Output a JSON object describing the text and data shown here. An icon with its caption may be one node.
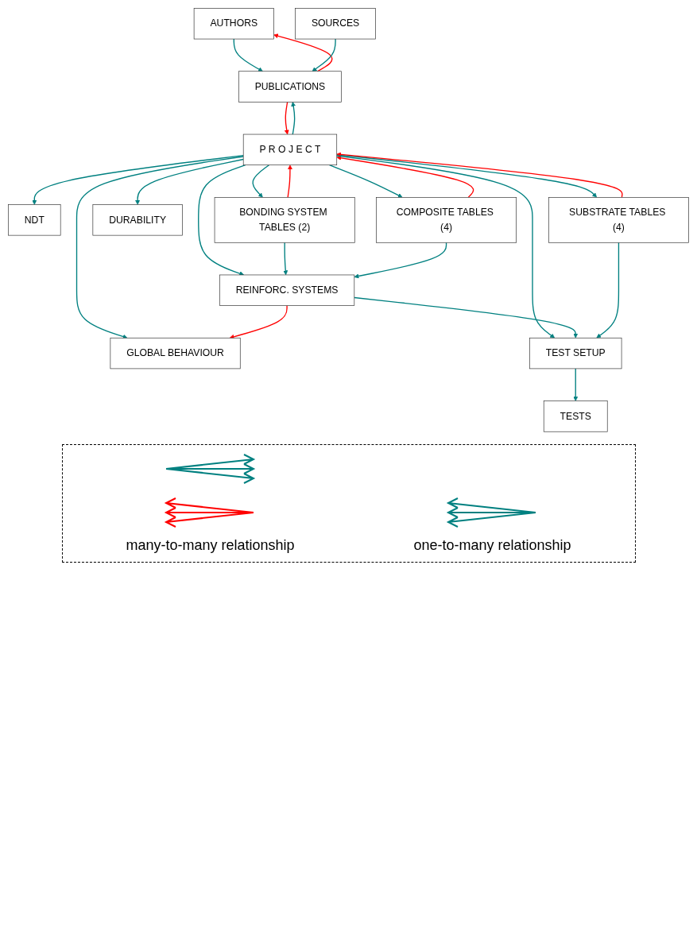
{
  "diagram": {
    "nodes": [
      {
        "text": [
          "AUTHORS"
        ]
      },
      {
        "text": [
          "SOURCES"
        ]
      },
      {
        "text": [
          "PUBLICATIONS"
        ]
      },
      {
        "text": [
          "NDT"
        ]
      },
      {
        "text": [
          "P R O J E C T"
        ]
      },
      {
        "text": [
          "SUBSTRATE TABLES (4)"
        ]
      },
      {
        "text": [
          "DURABILITY"
        ]
      },
      {
        "text": [
          "BONDING SYSTEM TABLES (2)"
        ]
      },
      {
        "text": [
          "GLOBAL BEHAVIOUR"
        ]
      },
      {
        "text": [
          "COMPOSITE TABLES (4)"
        ]
      },
      {
        "text": [
          "REINFORC. SYSTEMS"
        ]
      },
      {
        "text": [
          "TEST SETUP"
        ]
      },
      {
        "text": [
          "TESTS"
        ]
      }
    ],
    "edges": [
      {
        "from": 0,
        "to": 2,
        "arrow": "to"
      },
      {
        "from": 2,
        "to": 0,
        "arrow": "to",
        "color": "#ff0000"
      },
      {
        "from": 1,
        "to": 2,
        "arrow": "to"
      },
      {
        "from": 2,
        "to": 4,
        "arrow": "to",
        "color": "#ff0000"
      },
      {
        "from": 4,
        "to": 2,
        "arrow": "to"
      },
      {
        "from": 4,
        "to": 3,
        "arrow": "to"
      },
      {
        "from": 4,
        "to": 6,
        "arrow": "to"
      },
      {
        "from": 4,
        "to": 8,
        "arrow": "to"
      },
      {
        "from": 4,
        "to": 5,
        "arrow": "to"
      },
      {
        "from": 5,
        "to": 4,
        "arrow": "to",
        "color": "#ff0000"
      },
      {
        "from": 4,
        "to": 7,
        "arrow": "to"
      },
      {
        "from": 7,
        "to": 4,
        "arrow": "to",
        "color": "#ff0000"
      },
      {
        "from": 4,
        "to": 9,
        "arrow": "to"
      },
      {
        "from": 9,
        "to": 4,
        "arrow": "to",
        "color": "#ff0000"
      },
      {
        "from": 10,
        "to": 8,
        "arrow": "to",
        "color": "#ff0000"
      },
      {
        "from": 4,
        "to": 10,
        "arrow": "to"
      },
      {
        "from": 4,
        "to": 11,
        "arrow": "to"
      },
      {
        "from": 10,
        "to": 11,
        "arrow": "to"
      },
      {
        "from": 5,
        "to": 11,
        "arrow": "to"
      },
      {
        "from": 7,
        "to": 10,
        "arrow": "to"
      },
      {
        "from": 9,
        "to": 10,
        "arrow": "to"
      },
      {
        "from": 11,
        "to": 12,
        "arrow": "to"
      }
    ],
    "legend": [
      {
        "text": "many-to-many relationship"
      },
      {
        "text": "one-to-many relationship"
      }
    ]
  }
}
